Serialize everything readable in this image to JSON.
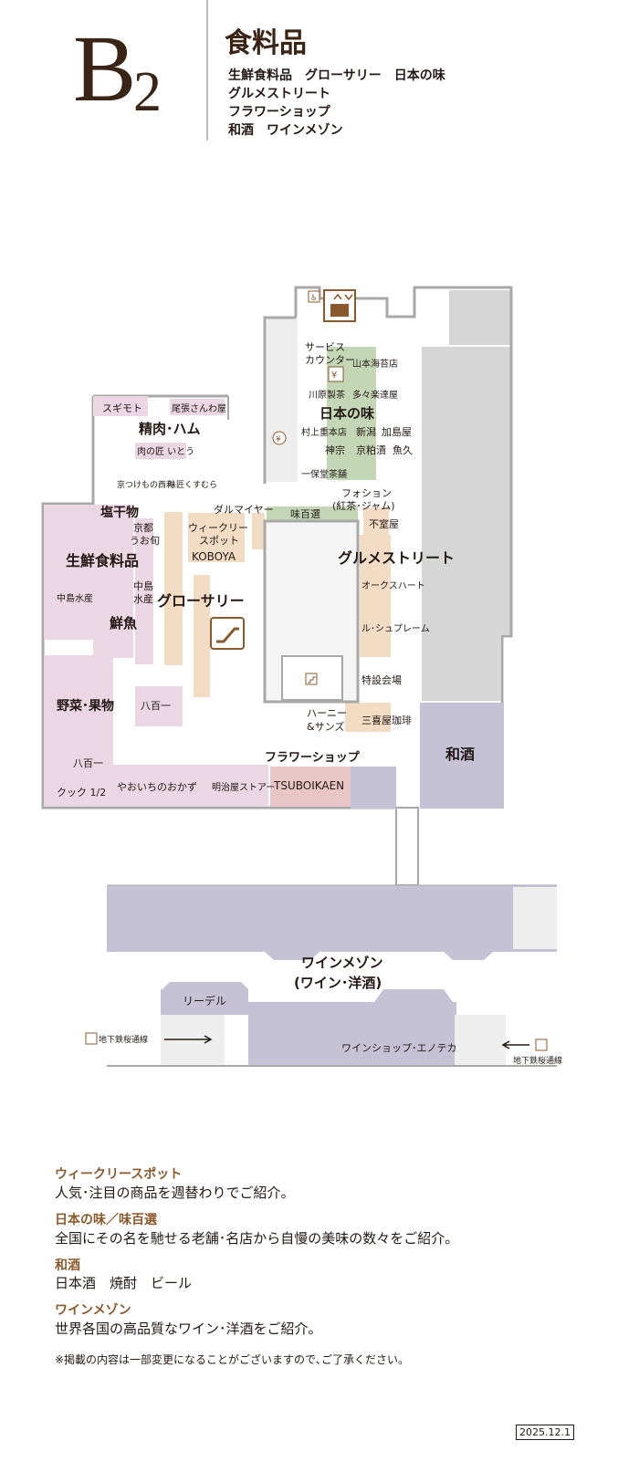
{
  "header": {
    "floor_letter": "B",
    "floor_number": "2",
    "category": "食料品",
    "subcategories": [
      "生鮮食料品　グローサリー　日本の味",
      "グルメストリート",
      "フラワーショップ",
      "和酒　ワインメゾン"
    ]
  },
  "map": {
    "upper_labels": {
      "service_counter_1": "サービス",
      "service_counter_2": "カウンター",
      "yamamoto_nori": "山本海苔店",
      "kawahara": "川原製茶",
      "tatara": "多々楽達屋",
      "nihon_no_aji": "日本の味",
      "murakami": "村上重本店",
      "niigata": "新潟",
      "kashimaya": "加島屋",
      "jinsou": "神宗",
      "kyokasuzuke": "京粕漬",
      "uokyu": "魚久",
      "ippodo": "一保堂茶舗",
      "sugimoto": "スギモト",
      "owari": "尾張さんわ屋",
      "seiniku_ham": "精肉･ハム",
      "nikunotakumi": "肉の匠 いとう",
      "kyotsukemono": "京つけもの西利",
      "ajitakumi": "味匠くすむら",
      "shiohimono": "塩干物",
      "kyoto_uoshun_1": "京都",
      "kyoto_uoshun_2": "うお旬",
      "dalmayer": "ダルマイヤー",
      "ajihyakusen": "味百選",
      "fauchon_1": "フォション",
      "fauchon_2": "(紅茶･ジャム)",
      "fumuroya": "不室屋",
      "weekly_spot_1": "ウィークリー",
      "weekly_spot_2": "スポット",
      "koboya": "KOBOYA",
      "seisen": "生鮮食料品",
      "gourmet_street": "グルメストリート",
      "nakajima_suisan": "中島水産",
      "nakajima_1": "中島",
      "nakajima_2": "水産",
      "grocery": "グローサリー",
      "sengyo": "鮮魚",
      "oaks_heart": "オークスハート",
      "le_chef": "ル･シュプレーム",
      "tokusetsu": "特設会場",
      "yasai_kudamono": "野菜･果物",
      "hachi_hyakuichi_1": "八百一",
      "honey_1": "ハーニー",
      "honey_2": "&サンズ",
      "sankiya": "三喜屋珈琲",
      "washu": "和酒",
      "hachi_hyakuichi_2": "八百一",
      "flower_shop": "フラワーショップ",
      "cook_half": "クック 1/2",
      "yaoichi_okazu": "やおいちのおかず",
      "meijiya": "明治屋ストアー",
      "tsuboikaen": "TSUBOIKAEN"
    },
    "lower_labels": {
      "wine_maison_1": "ワインメゾン",
      "wine_maison_2": "(ワイン･洋酒)",
      "riedel": "リーデル",
      "wine_shop": "ワインショップ･エノテカ",
      "subway_left": "地下鉄桜通線",
      "subway_right": "地下鉄桜通線"
    },
    "colors": {
      "pink": "#ead7e3",
      "green": "#c3d6b6",
      "orange": "#f3dcc4",
      "lavender": "#c6c2d6",
      "gray": "#d6d6d6",
      "light_gray": "#eeeeee",
      "wall": "#9e9e9e",
      "brown": "#8a5a2c"
    }
  },
  "descriptions": [
    {
      "title": "ウィークリースポット",
      "text": "人気･注目の商品を週替わりでご紹介。"
    },
    {
      "title": "日本の味／味百選",
      "text": "全国にその名を馳せる老舗･名店から自慢の美味の数々をご紹介。"
    },
    {
      "title": "和酒",
      "text": "日本酒　焼酎　ビール"
    },
    {
      "title": "ワインメゾン",
      "text": "世界各国の高品質なワイン･洋酒をご紹介。"
    }
  ],
  "note": "※掲載の内容は一部変更になることがございますので､ご了承ください。",
  "date": "2025.12.1"
}
